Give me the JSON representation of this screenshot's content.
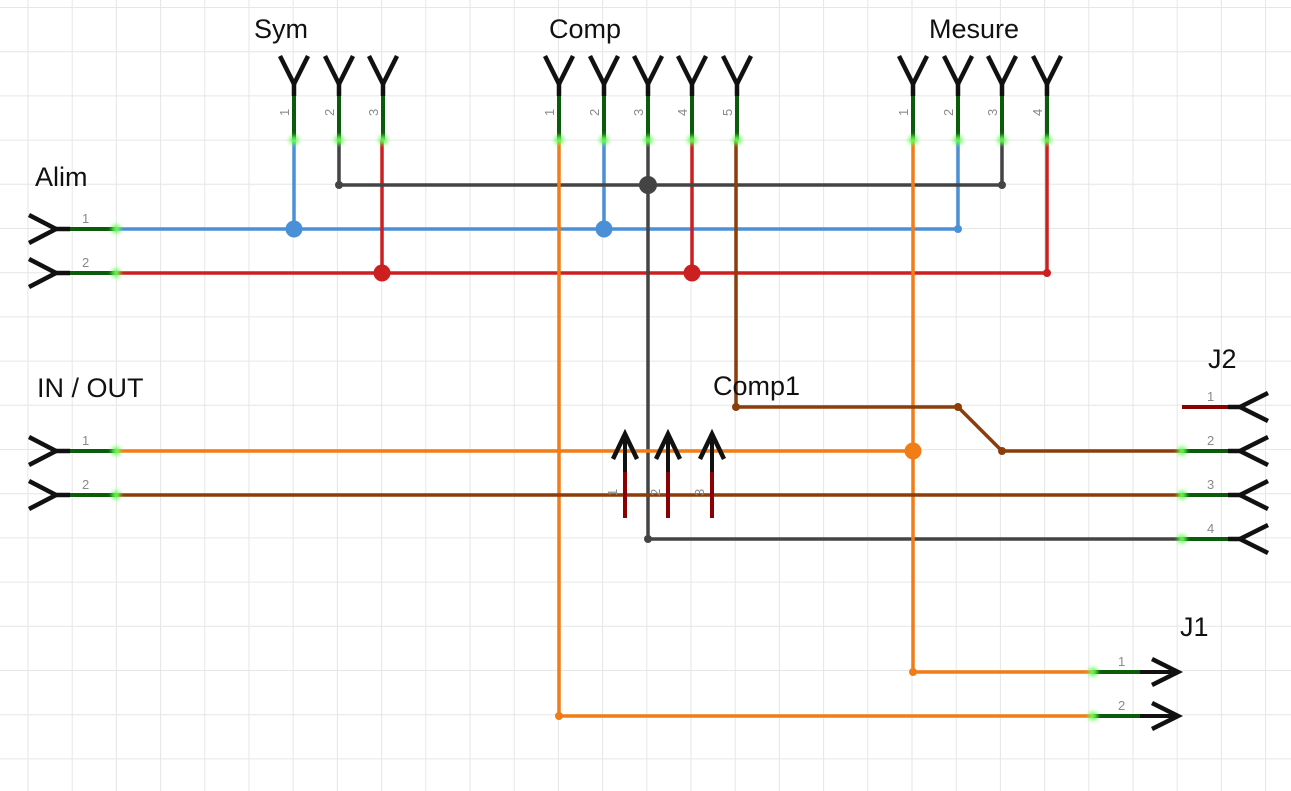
{
  "diagram": {
    "type": "schematic-wiring",
    "colors": {
      "background": "#ffffff",
      "grid": "#e6e6e6",
      "connector": "#111111",
      "pin_ok": "#0a5c0a",
      "pin_ok_glow": "#66ff55",
      "pin_unconnected": "#8b0000",
      "pin_unconnected_glow": "#ffb3b8",
      "pin_label": "#8a8a8a",
      "wire_blue": "#4a90d9",
      "wire_red": "#cc1f1f",
      "wire_grey": "#444444",
      "wire_orange": "#f07d16",
      "wire_brown": "#8b3d0a"
    },
    "connectors": [
      {
        "id": "Alim",
        "label": "Alim",
        "orientation": "left-female",
        "pins": [
          "1",
          "2"
        ]
      },
      {
        "id": "IN_OUT",
        "label": "IN / OUT",
        "orientation": "left-female",
        "pins": [
          "1",
          "2"
        ]
      },
      {
        "id": "Sym",
        "label": "Sym",
        "orientation": "top-female",
        "pins": [
          "1",
          "2",
          "3"
        ]
      },
      {
        "id": "Comp",
        "label": "Comp",
        "orientation": "top-female",
        "pins": [
          "1",
          "2",
          "3",
          "4",
          "5"
        ]
      },
      {
        "id": "Mesure",
        "label": "Mesure",
        "orientation": "top-female",
        "pins": [
          "1",
          "2",
          "3",
          "4"
        ]
      },
      {
        "id": "Comp1",
        "label": "Comp1",
        "orientation": "up-male",
        "pins": [
          "1",
          "2",
          "3"
        ],
        "unconnected": [
          "1",
          "2",
          "3"
        ]
      },
      {
        "id": "J2",
        "label": "J2",
        "orientation": "right-female",
        "pins": [
          "1",
          "2",
          "3",
          "4"
        ],
        "unconnected": [
          "1"
        ]
      },
      {
        "id": "J1",
        "label": "J1",
        "orientation": "right-male",
        "pins": [
          "1",
          "2"
        ]
      }
    ],
    "nets": [
      {
        "name": "blue-net",
        "color": "wire_blue",
        "connects": [
          "Alim.1",
          "Sym.1",
          "Comp.2",
          "Mesure.2"
        ]
      },
      {
        "name": "red-net",
        "color": "wire_red",
        "connects": [
          "Alim.2",
          "Sym.3",
          "Comp.4",
          "Mesure.4"
        ]
      },
      {
        "name": "grey-net",
        "color": "wire_grey",
        "connects": [
          "Sym.2",
          "Comp.3",
          "Mesure.3",
          "J2.4"
        ]
      },
      {
        "name": "orange-net-1",
        "color": "wire_orange",
        "connects": [
          "IN_OUT.1",
          "Mesure.1",
          "J1.1"
        ]
      },
      {
        "name": "orange-net-2",
        "color": "wire_orange",
        "connects": [
          "Comp.1",
          "J1.2"
        ]
      },
      {
        "name": "brown-net-1",
        "color": "wire_brown",
        "connects": [
          "IN_OUT.2",
          "J2.3"
        ]
      },
      {
        "name": "brown-net-2",
        "color": "wire_brown",
        "connects": [
          "Comp.5",
          "J2.2"
        ]
      }
    ]
  }
}
